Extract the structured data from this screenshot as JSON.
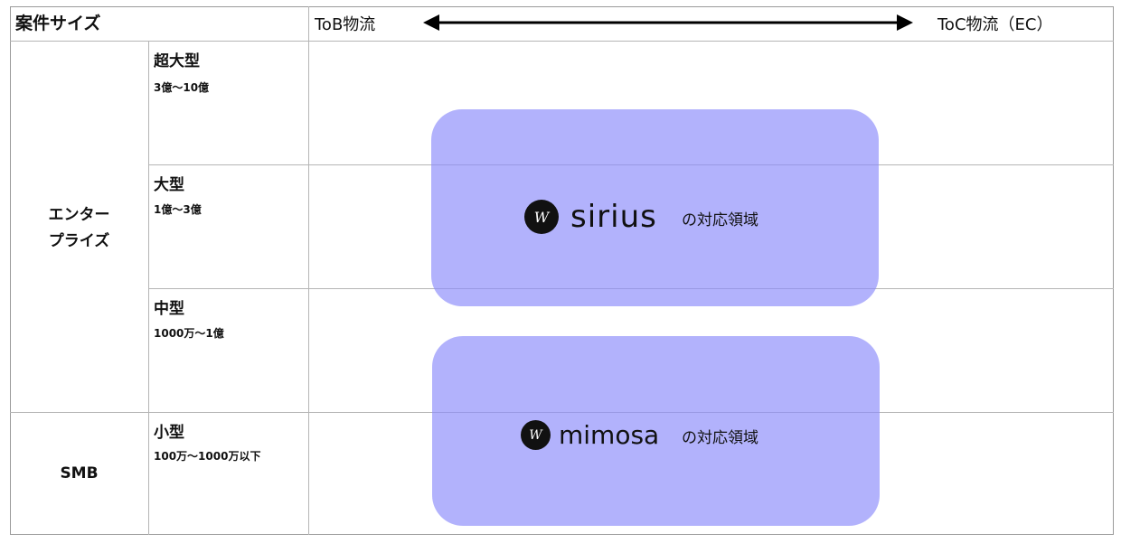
{
  "header": {
    "title": "案件サイズ",
    "axis_left": "ToB物流",
    "axis_right": "ToC物流（EC）"
  },
  "segments": [
    {
      "lines": [
        "エンター",
        "プライズ"
      ]
    },
    {
      "lines": [
        "SMB"
      ]
    }
  ],
  "sizes": [
    {
      "name": "超大型",
      "range": "3億〜10億"
    },
    {
      "name": "大型",
      "range": "1億〜3億"
    },
    {
      "name": "中型",
      "range": "1000万〜1億"
    },
    {
      "name": "小型",
      "range": "100万〜1000万以下"
    }
  ],
  "regions": [
    {
      "brand": "sirius",
      "logo_text": "W",
      "suffix": "の対応領域"
    },
    {
      "brand": "mimosa",
      "logo_text": "W",
      "suffix": "の対応領域"
    }
  ],
  "colors": {
    "region_fill": "#8d8dfa",
    "grid_line": "#b5b5b5",
    "arrow": "#000000"
  }
}
